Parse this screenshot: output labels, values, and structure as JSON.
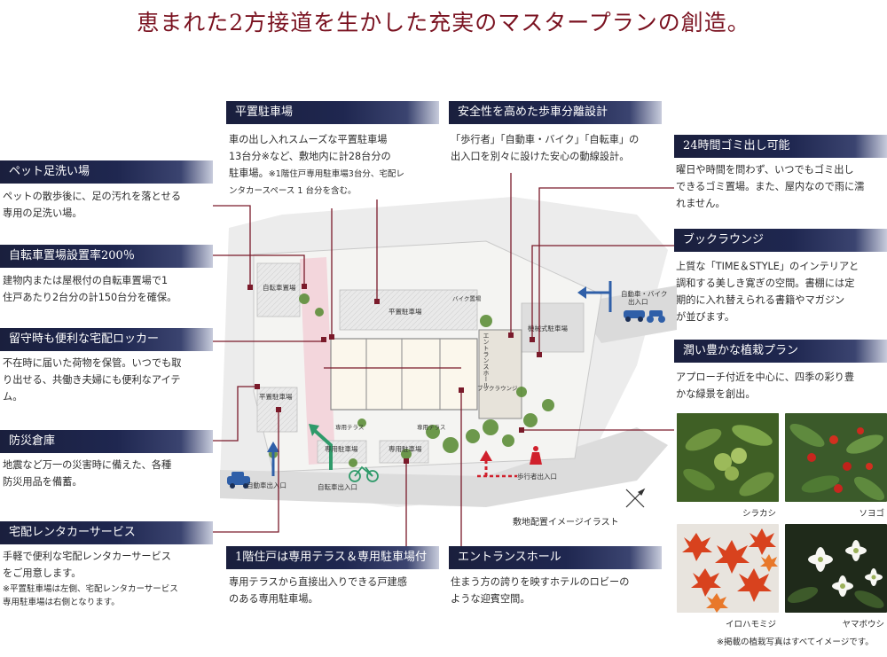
{
  "title": "恵まれた2方接道を生かした充実のマスタープランの創造。",
  "sections": {
    "pet": {
      "heading": "ペット足洗い場",
      "lines": [
        "ペットの散歩後に、足の汚れを落とせる",
        "専用の足洗い場。"
      ]
    },
    "bicycle": {
      "heading": "自転車置場設置率200％",
      "lines": [
        "建物内または屋根付の自転車置場で1",
        "住戸あたり2台分の計150台分を確保。"
      ]
    },
    "delivery": {
      "heading": "留守時も便利な宅配ロッカー",
      "lines": [
        "不在時に届いた荷物を保管。いつでも取",
        "り出せる、共働き夫婦にも便利なアイテ",
        "ム。"
      ]
    },
    "disaster": {
      "heading": "防災倉庫",
      "lines": [
        "地震など万一の災害時に備えた、各種",
        "防災用品を備蓄。"
      ]
    },
    "rental": {
      "heading": "宅配レンタカーサービス",
      "lines": [
        "手軽で便利な宅配レンタカーサービス",
        "をご用意します。"
      ],
      "notes": [
        "※平置駐車場は左側、宅配レンタカーサービス",
        "専用駐車場は右側となります。"
      ]
    },
    "parking": {
      "heading": "平置駐車場",
      "lines": [
        "車の出し入れスムーズな平置駐車場",
        "13台分※など、敷地内に計28台分の",
        "駐車場。"
      ],
      "note_inline": "※1階住戸専用駐車場3台分、宅配レ",
      "note_line2": "ンタカースペース 1 台分を含む。"
    },
    "safety": {
      "heading": "安全性を高めた歩車分離設計",
      "lines": [
        "「歩行者」「自動車・バイク」「自転車」の",
        "出入口を別々に設けた安心の動線設計。"
      ]
    },
    "garbage": {
      "heading": "24時間ゴミ出し可能",
      "lines": [
        "曜日や時間を問わず、いつでもゴミ出し",
        "できるゴミ置場。また、屋内なので雨に濡",
        "れません。"
      ]
    },
    "lounge": {
      "heading": "ブックラウンジ",
      "lines": [
        "上質な「TIME＆STYLE」のインテリアと",
        "調和する美しき寛ぎの空間。書棚には定",
        "期的に入れ替えられる書籍やマガジン",
        "が並びます。"
      ]
    },
    "plants": {
      "heading": "潤い豊かな植栽プラン",
      "lines": [
        "アプローチ付近を中心に、四季の彩り豊",
        "かな緑景を創出。"
      ]
    },
    "terrace": {
      "heading": "1階住戸は専用テラス＆専用駐車場付",
      "lines": [
        "専用テラスから直接出入りできる戸建感",
        "のある専用駐車場。"
      ]
    },
    "entrance": {
      "heading": "エントランスホール",
      "lines": [
        "住まう方の誇りを映すホテルのロビーの",
        "ような迎賓空間。"
      ]
    }
  },
  "map": {
    "caption": "敷地配置イメージイラスト",
    "labels": {
      "bike_lot": "自転車置場",
      "flat_parking_top": "平置駐車場",
      "flat_parking_left": "平置駐車場",
      "bike_storage": "バイク置場",
      "mech_parking": "機械式駐車場",
      "entrance_vert": "エントランスホール",
      "book_lounge": "ブックラウンジ",
      "terrace_a": "専用テラス",
      "terrace_b": "専用テラス",
      "private_parking_a": "専用駐車場",
      "private_parking_b": "専用駐車場",
      "car_gate_left": "自動車出入口",
      "bicycle_gate": "自転車出入口",
      "pedestrian_gate": "歩行者出入口",
      "car_bike_gate_1": "自動車・バイク",
      "car_bike_gate_2": "出入口"
    }
  },
  "photos": [
    {
      "name": "シラカシ"
    },
    {
      "name": "ソヨゴ"
    },
    {
      "name": "イロハモミジ"
    },
    {
      "name": "ヤマボウシ"
    }
  ],
  "footnote": "※掲載の植栽写真はすべてイメージです。",
  "colors": {
    "title": "#7a1220",
    "heading_bg": "#1f2750",
    "leader": "#7a1a2a"
  }
}
